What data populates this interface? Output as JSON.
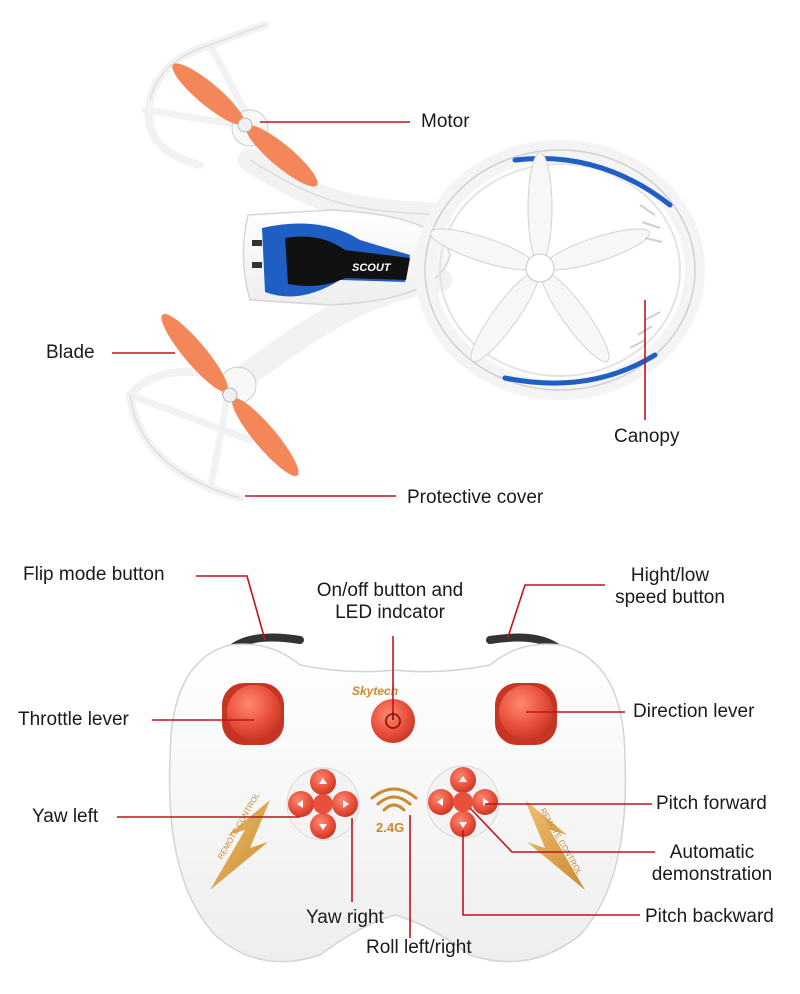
{
  "drone": {
    "brand": "SCOUT",
    "labels": {
      "motor": "Motor",
      "blade": "Blade",
      "canopy": "Canopy",
      "protective_cover": "Protective cover"
    }
  },
  "remote": {
    "brand": "Skytech",
    "frequency": "2.4G",
    "side_text": "REMOTE CONTROL",
    "labels": {
      "flip_mode": "Flip mode button",
      "onoff_line1": "On/off button and",
      "onoff_line2": "LED indcator",
      "speed_line1": "Hight/low",
      "speed_line2": "speed button",
      "throttle": "Throttle lever",
      "direction": "Direction lever",
      "yaw_left": "Yaw left",
      "pitch_forward": "Pitch forward",
      "auto_line1": "Automatic",
      "auto_line2": "demonstration",
      "yaw_right": "Yaw right",
      "pitch_backward": "Pitch backward",
      "roll": "Roll left/right"
    }
  },
  "colors": {
    "leader": "#c0141c",
    "blade": "#f4875a",
    "button": "#e8503c",
    "accent_blue": "#1f5fc4",
    "gold": "#e0a040"
  }
}
